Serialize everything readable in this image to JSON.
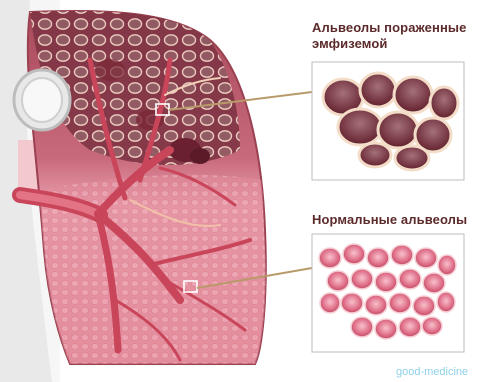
{
  "labels": {
    "emphysema_line1": "Альвеолы пораженные",
    "emphysema_line2": "эмфиземой",
    "normal": "Нормальные альвеолы"
  },
  "watermark": "good-medicine",
  "colors": {
    "label_text": "#5c2a2a",
    "watermark_text": "#8fd0e8",
    "lung_tissue_upper": "#a84a5c",
    "lung_tissue_lower": "#e99aa8",
    "bronchus": "#c9455a",
    "pointer_line": "#b89a6a",
    "emphysema_alveoli": "#7a3a3a",
    "normal_alveoli": "#d65a78"
  }
}
